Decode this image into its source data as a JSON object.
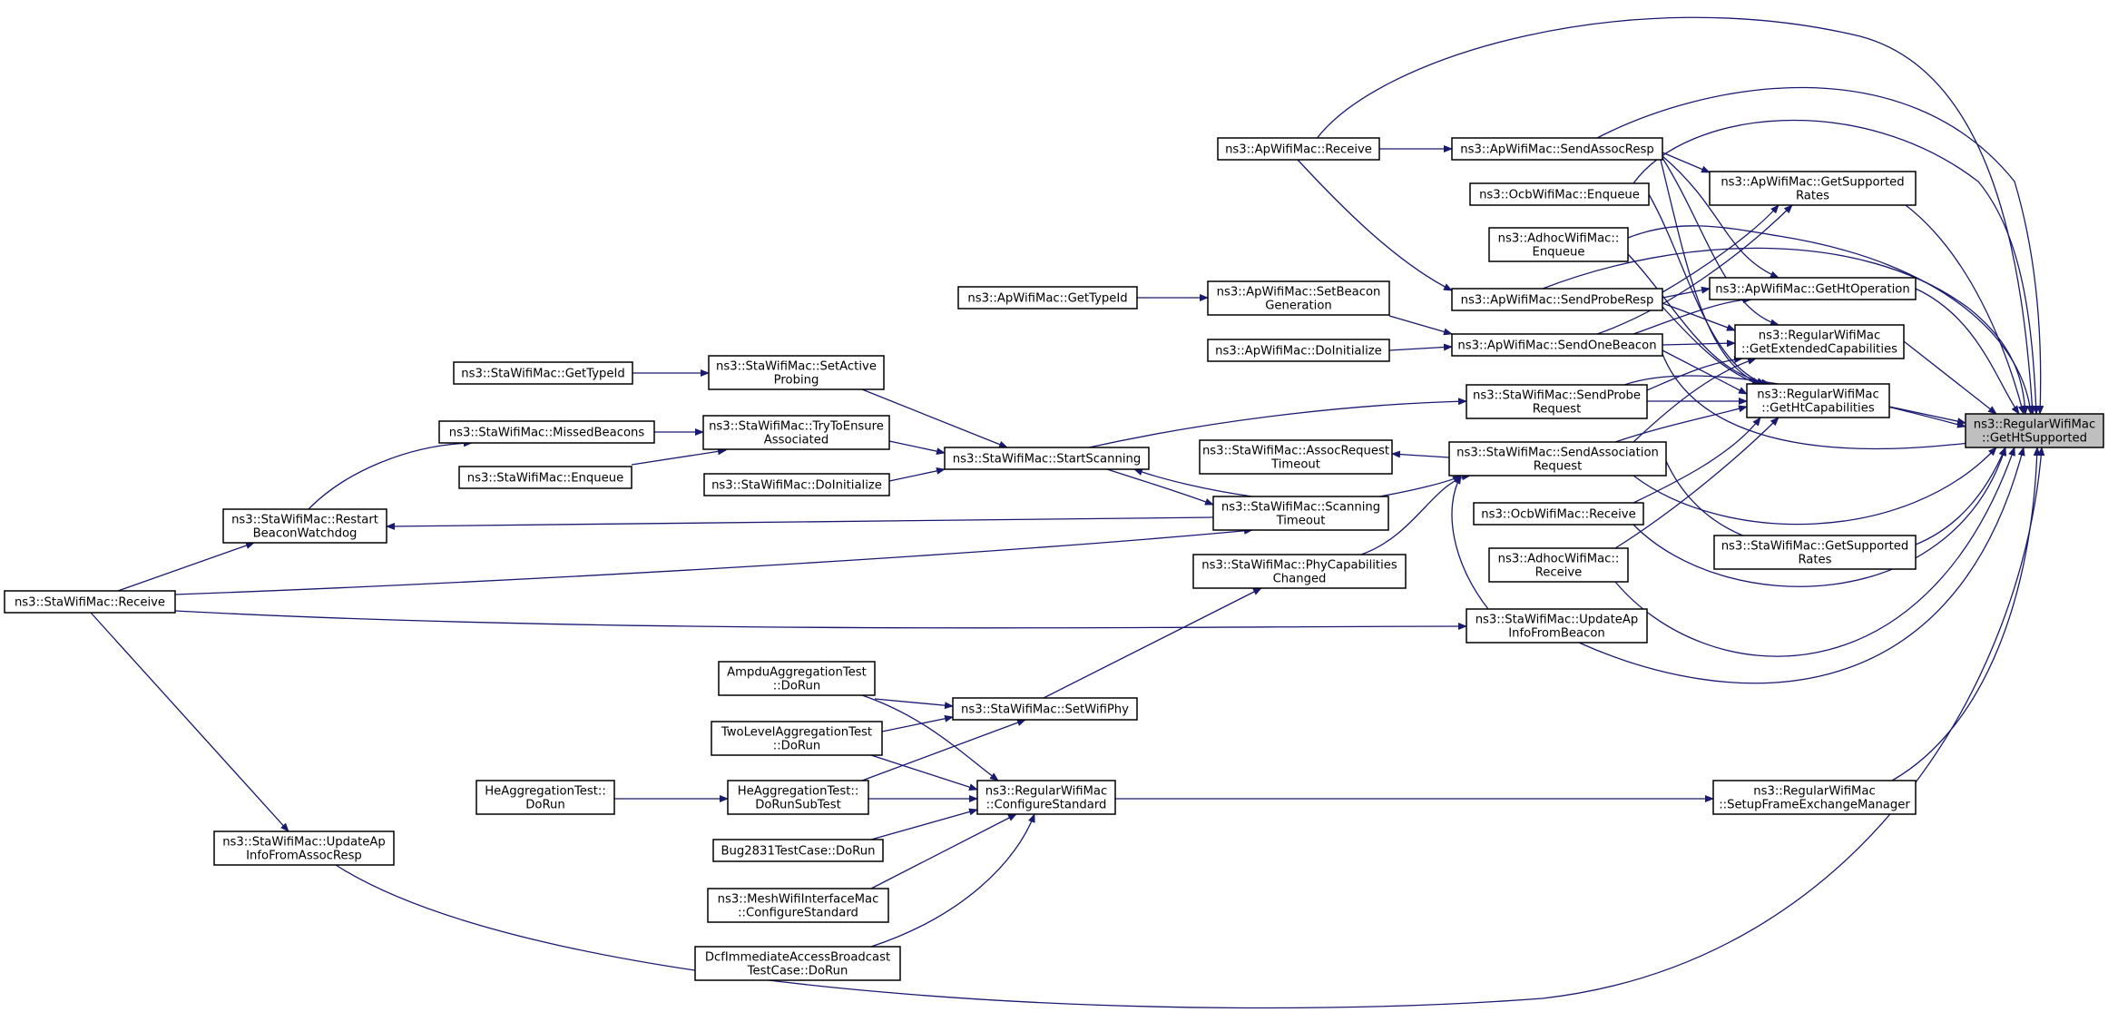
{
  "graph": {
    "title": "ns3::RegularWifiMac::GetHtSupported caller graph",
    "edge_color": "#191970",
    "focus_fill": "#bfbfbf",
    "nodes": [
      {
        "id": "target",
        "lines": [
          "ns3::RegularWifiMac",
          "::GetHtSupported"
        ],
        "focus": true
      },
      {
        "id": "apRecv",
        "lines": [
          "ns3::ApWifiMac::Receive"
        ]
      },
      {
        "id": "sendAssocResp",
        "lines": [
          "ns3::ApWifiMac::SendAssocResp"
        ]
      },
      {
        "id": "ocbEnqueue",
        "lines": [
          "ns3::OcbWifiMac::Enqueue"
        ]
      },
      {
        "id": "adhocEnqueue",
        "lines": [
          "ns3::AdhocWifiMac::",
          "Enqueue"
        ]
      },
      {
        "id": "apGetSupportedRates",
        "lines": [
          "ns3::ApWifiMac::GetSupported",
          "Rates"
        ]
      },
      {
        "id": "apGetTypeId",
        "lines": [
          "ns3::ApWifiMac::GetTypeId"
        ]
      },
      {
        "id": "setBeaconGen",
        "lines": [
          "ns3::ApWifiMac::SetBeacon",
          "Generation"
        ]
      },
      {
        "id": "sendProbeResp",
        "lines": [
          "ns3::ApWifiMac::SendProbeResp"
        ]
      },
      {
        "id": "getHtOperation",
        "lines": [
          "ns3::ApWifiMac::GetHtOperation"
        ]
      },
      {
        "id": "apDoInit",
        "lines": [
          "ns3::ApWifiMac::DoInitialize"
        ]
      },
      {
        "id": "sendOneBeacon",
        "lines": [
          "ns3::ApWifiMac::SendOneBeacon"
        ]
      },
      {
        "id": "getExtCap",
        "lines": [
          "ns3::RegularWifiMac",
          "::GetExtendedCapabilities"
        ]
      },
      {
        "id": "staGetTypeId",
        "lines": [
          "ns3::StaWifiMac::GetTypeId"
        ]
      },
      {
        "id": "setActiveProbing",
        "lines": [
          "ns3::StaWifiMac::SetActive",
          "Probing"
        ]
      },
      {
        "id": "sendProbeReq",
        "lines": [
          "ns3::StaWifiMac::SendProbe",
          "Request"
        ]
      },
      {
        "id": "getHtCap",
        "lines": [
          "ns3::RegularWifiMac",
          "::GetHtCapabilities"
        ]
      },
      {
        "id": "missedBeacons",
        "lines": [
          "ns3::StaWifiMac::MissedBeacons"
        ]
      },
      {
        "id": "tryEnsure",
        "lines": [
          "ns3::StaWifiMac::TryToEnsure",
          "Associated"
        ]
      },
      {
        "id": "startScanning",
        "lines": [
          "ns3::StaWifiMac::StartScanning"
        ]
      },
      {
        "id": "assocReqTimeout",
        "lines": [
          "ns3::StaWifiMac::AssocRequest",
          "Timeout"
        ]
      },
      {
        "id": "sendAssocReq",
        "lines": [
          "ns3::StaWifiMac::SendAssociation",
          "Request"
        ]
      },
      {
        "id": "staEnqueue",
        "lines": [
          "ns3::StaWifiMac::Enqueue"
        ]
      },
      {
        "id": "staDoInit",
        "lines": [
          "ns3::StaWifiMac::DoInitialize"
        ]
      },
      {
        "id": "restartBeacon",
        "lines": [
          "ns3::StaWifiMac::Restart",
          "BeaconWatchdog"
        ]
      },
      {
        "id": "scanningTimeout",
        "lines": [
          "ns3::StaWifiMac::Scanning",
          "Timeout"
        ]
      },
      {
        "id": "ocbRecv",
        "lines": [
          "ns3::OcbWifiMac::Receive"
        ]
      },
      {
        "id": "adhocRecv",
        "lines": [
          "ns3::AdhocWifiMac::",
          "Receive"
        ]
      },
      {
        "id": "staGetSupportedRates",
        "lines": [
          "ns3::StaWifiMac::GetSupported",
          "Rates"
        ]
      },
      {
        "id": "staRecv",
        "lines": [
          "ns3::StaWifiMac::Receive"
        ]
      },
      {
        "id": "phyCapChanged",
        "lines": [
          "ns3::StaWifiMac::PhyCapabilities",
          "Changed"
        ]
      },
      {
        "id": "updateApBeacon",
        "lines": [
          "ns3::StaWifiMac::UpdateAp",
          "InfoFromBeacon"
        ]
      },
      {
        "id": "ampdu",
        "lines": [
          "AmpduAggregationTest",
          "::DoRun"
        ]
      },
      {
        "id": "setWifiPhy",
        "lines": [
          "ns3::StaWifiMac::SetWifiPhy"
        ]
      },
      {
        "id": "twoLevel",
        "lines": [
          "TwoLevelAggregationTest",
          "::DoRun"
        ]
      },
      {
        "id": "heDoRun",
        "lines": [
          "HeAggregationTest::",
          "DoRun"
        ]
      },
      {
        "id": "heDoRunSub",
        "lines": [
          "HeAggregationTest::",
          "DoRunSubTest"
        ]
      },
      {
        "id": "configStd",
        "lines": [
          "ns3::RegularWifiMac",
          "::ConfigureStandard"
        ]
      },
      {
        "id": "setupFem",
        "lines": [
          "ns3::RegularWifiMac",
          "::SetupFrameExchangeManager"
        ]
      },
      {
        "id": "bug2831",
        "lines": [
          "Bug2831TestCase::DoRun"
        ]
      },
      {
        "id": "meshConfig",
        "lines": [
          "ns3::MeshWifiInterfaceMac",
          "::ConfigureStandard"
        ]
      },
      {
        "id": "updateApAssoc",
        "lines": [
          "ns3::StaWifiMac::UpdateAp",
          "InfoFromAssocResp"
        ]
      },
      {
        "id": "dcfImm",
        "lines": [
          "DcfImmediateAccessBroadcast",
          "TestCase::DoRun"
        ]
      }
    ]
  }
}
